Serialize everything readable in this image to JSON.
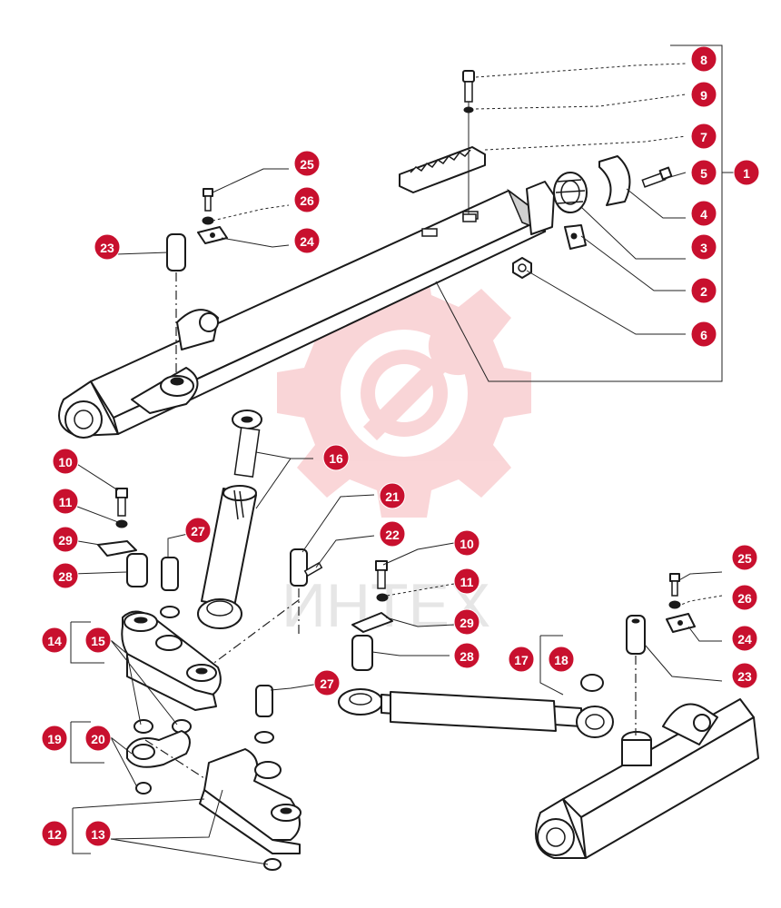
{
  "accent_color": "#c8102e",
  "watermark": {
    "text": "ИНТЕХ",
    "color": "#e8454f"
  },
  "callouts": [
    {
      "id": "c8",
      "label": "8"
    },
    {
      "id": "c9",
      "label": "9"
    },
    {
      "id": "c7",
      "label": "7"
    },
    {
      "id": "c5",
      "label": "5"
    },
    {
      "id": "c1",
      "label": "1"
    },
    {
      "id": "c4",
      "label": "4"
    },
    {
      "id": "c3",
      "label": "3"
    },
    {
      "id": "c2",
      "label": "2"
    },
    {
      "id": "c6",
      "label": "6"
    },
    {
      "id": "c25a",
      "label": "25"
    },
    {
      "id": "c26a",
      "label": "26"
    },
    {
      "id": "c24a",
      "label": "24"
    },
    {
      "id": "c23a",
      "label": "23"
    },
    {
      "id": "c16",
      "label": "16"
    },
    {
      "id": "c10a",
      "label": "10"
    },
    {
      "id": "c11a",
      "label": "11"
    },
    {
      "id": "c29a",
      "label": "29"
    },
    {
      "id": "c27a",
      "label": "27"
    },
    {
      "id": "c28a",
      "label": "28"
    },
    {
      "id": "c21",
      "label": "21"
    },
    {
      "id": "c22",
      "label": "22"
    },
    {
      "id": "c10b",
      "label": "10"
    },
    {
      "id": "c11b",
      "label": "11"
    },
    {
      "id": "c29b",
      "label": "29"
    },
    {
      "id": "c28b",
      "label": "28"
    },
    {
      "id": "c14",
      "label": "14"
    },
    {
      "id": "c15",
      "label": "15"
    },
    {
      "id": "c25b",
      "label": "25"
    },
    {
      "id": "c26b",
      "label": "26"
    },
    {
      "id": "c24b",
      "label": "24"
    },
    {
      "id": "c17",
      "label": "17"
    },
    {
      "id": "c18",
      "label": "18"
    },
    {
      "id": "c23b",
      "label": "23"
    },
    {
      "id": "c27b",
      "label": "27"
    },
    {
      "id": "c19",
      "label": "19"
    },
    {
      "id": "c20",
      "label": "20"
    },
    {
      "id": "c12",
      "label": "12"
    },
    {
      "id": "c13",
      "label": "13"
    }
  ]
}
